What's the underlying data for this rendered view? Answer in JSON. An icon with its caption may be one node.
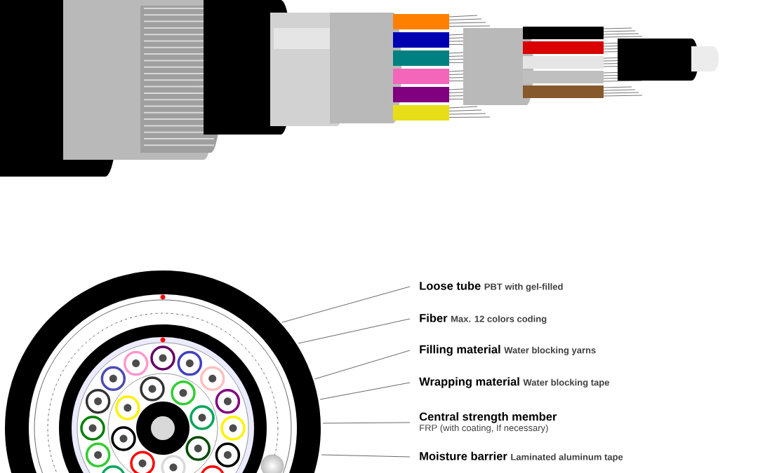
{
  "diagram": {
    "nodes": [
      {
        "text": [
          "Loose tube",
          "PBT with gel-filled"
        ]
      },
      {
        "text": [
          "Fiber",
          "Max. 12 colors coding"
        ]
      },
      {
        "text": [
          "Filling material",
          "Water blocking yarns"
        ]
      },
      {
        "text": [
          "Wrapping material",
          "Water blocking tape"
        ]
      },
      {
        "text": [
          "Central strength member",
          "FRP (with coating, If necessary)"
        ]
      },
      {
        "text": [
          "Moisture barrier",
          "Laminated aluminum tape"
        ]
      }
    ],
    "edges": [
      {
        "from": 0,
        "to": null,
        "arrow": "none"
      },
      {
        "from": 1,
        "to": null,
        "arrow": "none"
      },
      {
        "from": 2,
        "to": null,
        "arrow": "none"
      },
      {
        "from": 3,
        "to": null,
        "arrow": "none"
      },
      {
        "from": 4,
        "to": null,
        "arrow": "none"
      },
      {
        "from": 5,
        "to": null,
        "arrow": "none"
      }
    ]
  }
}
